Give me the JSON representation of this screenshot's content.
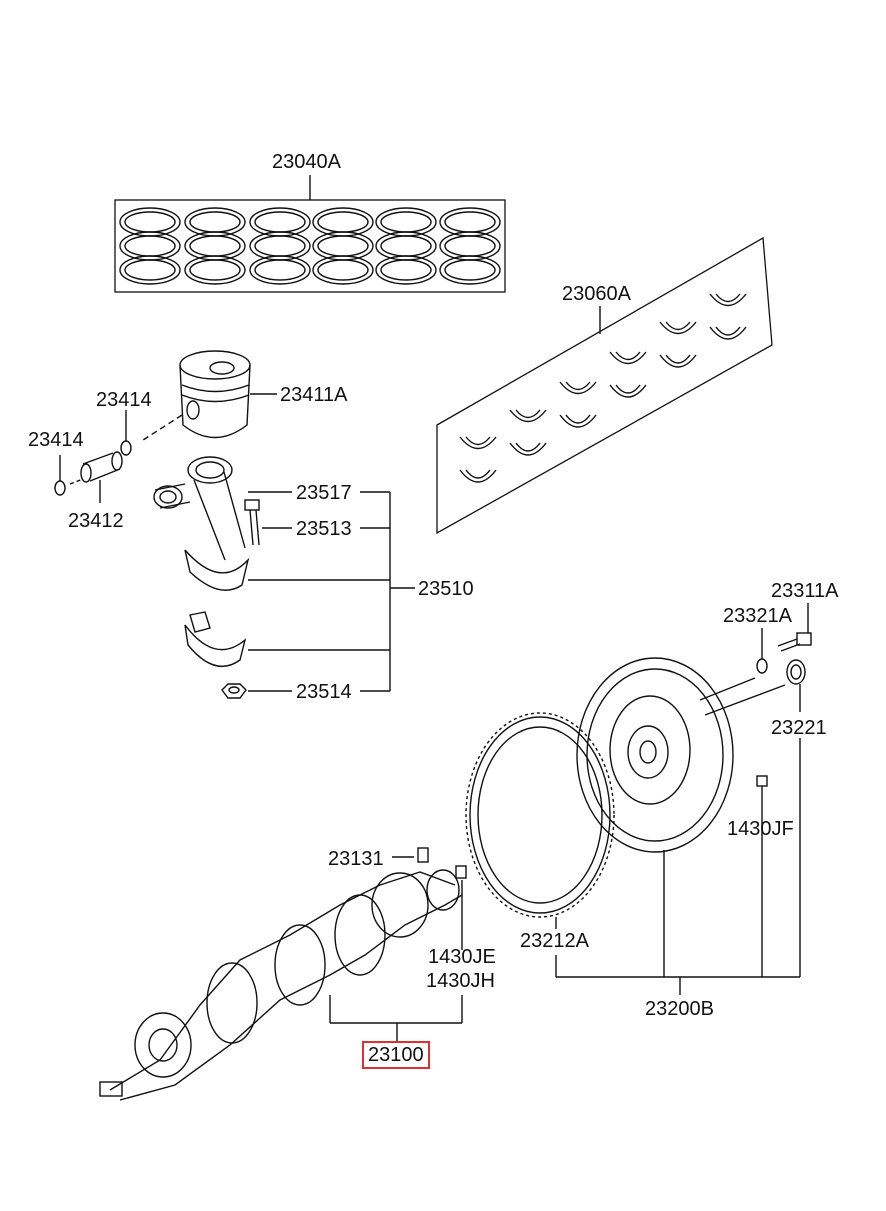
{
  "labels": {
    "piston_ring_set": "23040A",
    "bearing_set": "23060A",
    "piston": "23411A",
    "snap_ring_upper": "23414",
    "snap_ring_left": "23414",
    "piston_pin": "23412",
    "bushing": "23517",
    "rod_bolt": "23513",
    "conrod_assembly": "23510",
    "rod_nut": "23514",
    "bolt_23311": "23311A",
    "washer_23321": "23321A",
    "bearing_23221": "23221",
    "dowel_1430jf": "1430JF",
    "key_23131": "23131",
    "ring_gear": "23212A",
    "pin_1430je": "1430JE",
    "pin_1430jh": "1430JH",
    "flywheel_assembly": "23200B",
    "crankshaft": "23100"
  },
  "highlight_color": "#e03030"
}
